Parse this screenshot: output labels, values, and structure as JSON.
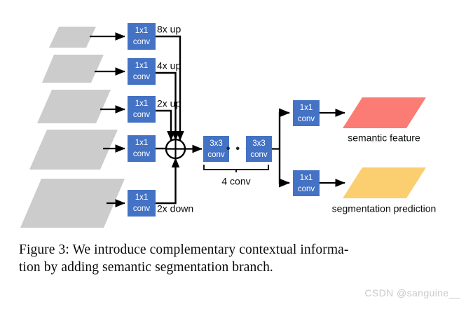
{
  "figure": {
    "caption_lines": [
      "Figure 3: We introduce complementary contextual informa-",
      "tion by adding semantic segmentation branch."
    ],
    "watermark": "CSDN @sanguine__"
  },
  "colors": {
    "conv_box": "#4472C4",
    "feature_map": "#CCCCCC",
    "semantic_feature": "#FA7C75",
    "segmentation_prediction": "#FBCF70",
    "stroke": "#000000",
    "text": "#0A0A0A",
    "watermark": "#C9C9C9"
  },
  "diagram": {
    "input_feature_maps": [
      {
        "id": "p5",
        "label": ""
      },
      {
        "id": "p4",
        "label": ""
      },
      {
        "id": "p3",
        "label": ""
      },
      {
        "id": "p2",
        "label": ""
      },
      {
        "id": "p1",
        "label": ""
      }
    ],
    "lateral_convs": [
      {
        "kernel": "1x1",
        "op": "conv",
        "scale_label": "8x up"
      },
      {
        "kernel": "1x1",
        "op": "conv",
        "scale_label": "4x up"
      },
      {
        "kernel": "1x1",
        "op": "conv",
        "scale_label": "2x up"
      },
      {
        "kernel": "1x1",
        "op": "conv",
        "scale_label": ""
      },
      {
        "kernel": "1x1",
        "op": "conv",
        "scale_label": "2x down"
      }
    ],
    "merge_operator": "sum",
    "merge_symbol": "+",
    "trunk_convs": [
      {
        "kernel": "3x3",
        "op": "conv"
      },
      {
        "kernel": "3x3",
        "op": "conv"
      }
    ],
    "trunk_ellipsis": "• • •",
    "trunk_brace_label": "4 conv",
    "heads": [
      {
        "kernel": "1x1",
        "op": "conv",
        "output_label": "semantic feature",
        "output_color": "#FA7C75"
      },
      {
        "kernel": "1x1",
        "op": "conv",
        "output_label": "segmentation prediction",
        "output_color": "#FBCF70"
      }
    ]
  }
}
